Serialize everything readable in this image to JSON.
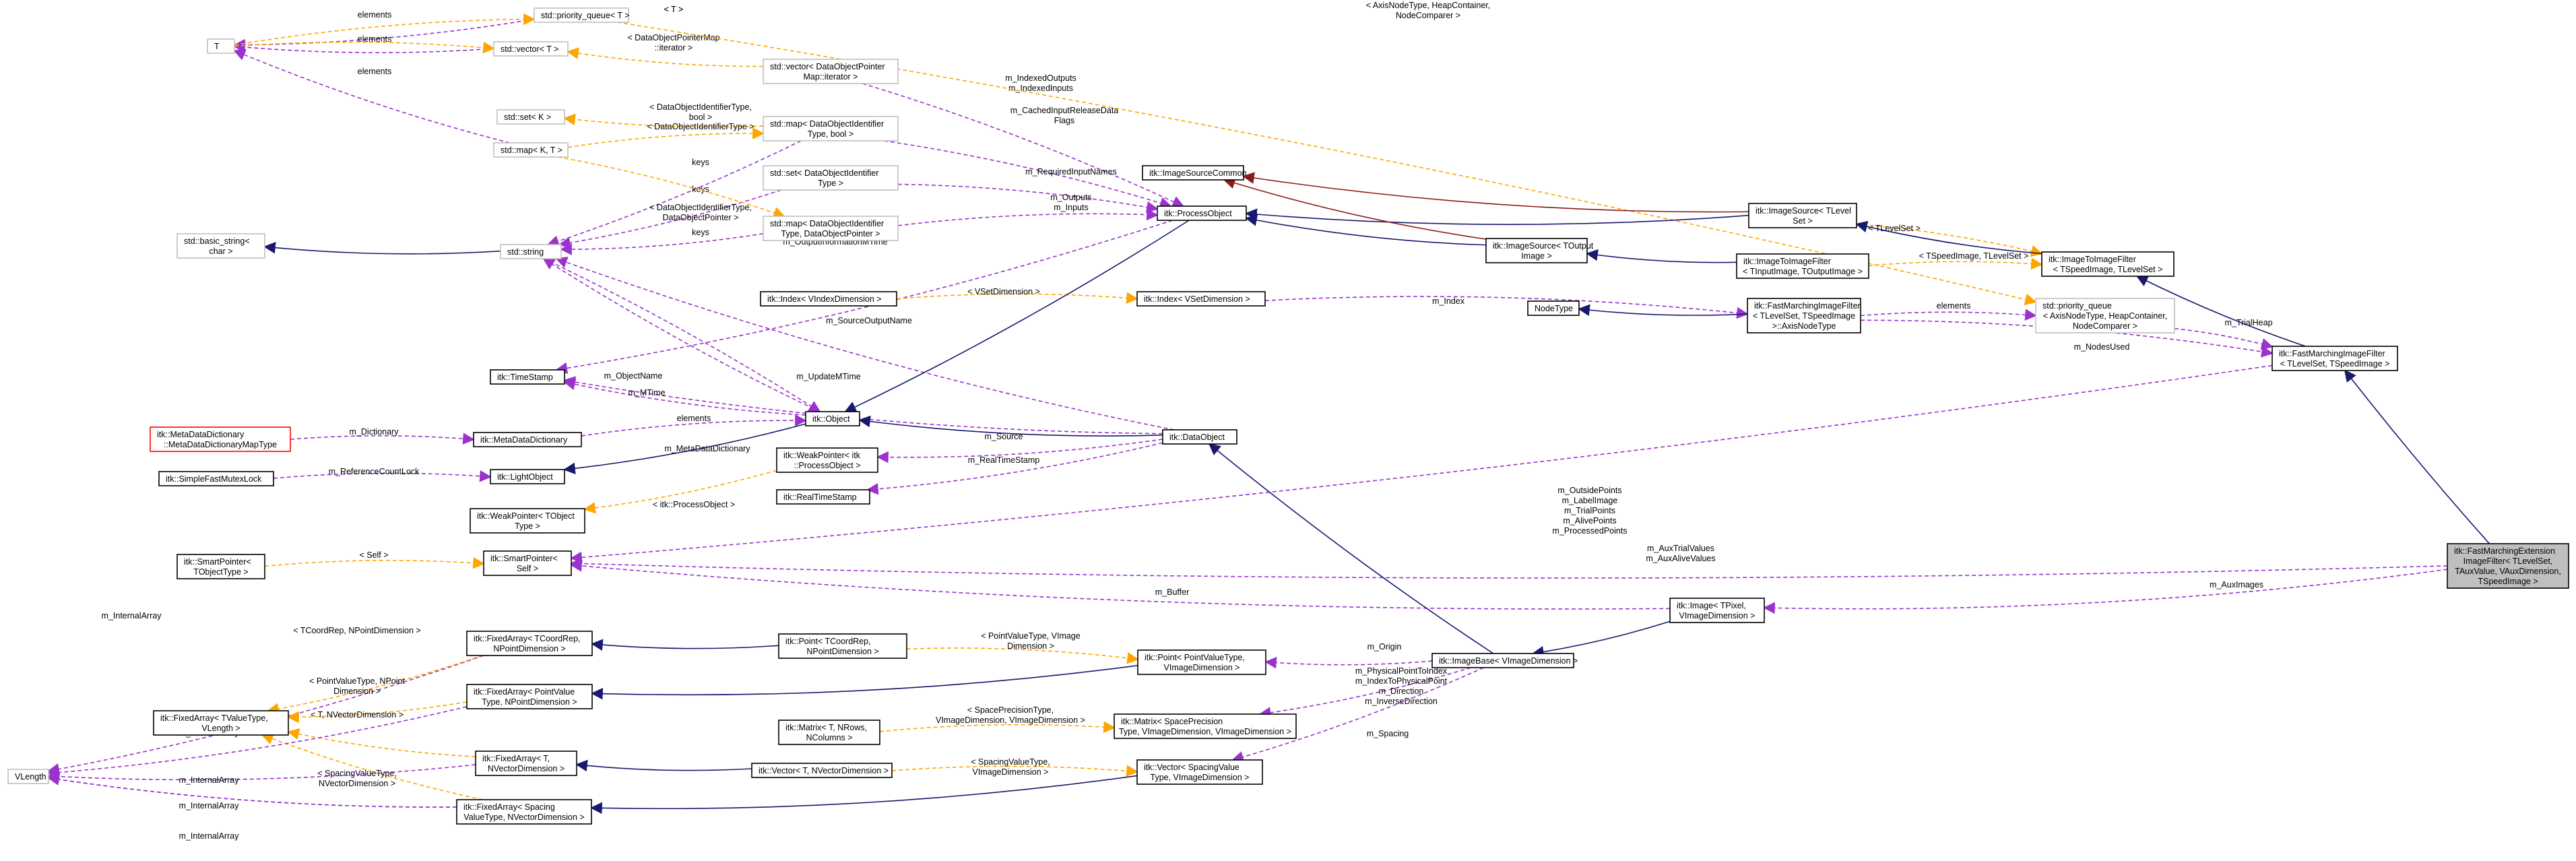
{
  "colors": {
    "inherit": "#191970",
    "usage": "#9a32cd",
    "template": "#ffa500",
    "template_orange": "#ffa500",
    "red_edge": "#8b1a1a",
    "node_border": "#000000",
    "node_border_gray": "#bfbfbf",
    "node_border_red": "#ff0000",
    "focus_fill": "#bfbfbf"
  },
  "nodes": [
    {
      "id": "T",
      "lines": [
        "T"
      ],
      "border": "gray"
    },
    {
      "id": "priority_queue_T",
      "lines": [
        "std::priority_queue< T >"
      ],
      "border": "gray"
    },
    {
      "id": "vector_T",
      "lines": [
        "std::vector< T >"
      ],
      "border": "gray"
    },
    {
      "id": "vector_dopmap_it",
      "lines": [
        "std::vector< DataObjectPointer",
        "Map::iterator >"
      ],
      "border": "gray"
    },
    {
      "id": "set_K",
      "lines": [
        "std::set< K >"
      ],
      "border": "gray"
    },
    {
      "id": "map_K_T",
      "lines": [
        "std::map< K, T >"
      ],
      "border": "gray"
    },
    {
      "id": "map_doid_bool",
      "lines": [
        "std::map< DataObjectIdentifier",
        "Type, bool >"
      ],
      "border": "gray"
    },
    {
      "id": "set_doid",
      "lines": [
        "std::set< DataObjectIdentifier",
        "Type >"
      ],
      "border": "gray"
    },
    {
      "id": "basic_string",
      "lines": [
        "std::basic_string<",
        "char >"
      ],
      "border": "gray"
    },
    {
      "id": "string",
      "lines": [
        "std::string"
      ],
      "border": "gray"
    },
    {
      "id": "map_doid_dop",
      "lines": [
        "std::map< DataObjectIdentifier",
        "Type, DataObjectPointer >"
      ],
      "border": "gray"
    },
    {
      "id": "ImageSourceCommon",
      "lines": [
        "itk::ImageSourceCommon"
      ],
      "border": "black"
    },
    {
      "id": "ProcessObject",
      "lines": [
        "itk::ProcessObject"
      ],
      "border": "black"
    },
    {
      "id": "ImageSource_TOutput",
      "lines": [
        "itk::ImageSource< TOutput",
        "Image >"
      ],
      "border": "black"
    },
    {
      "id": "ImageSource_TLevelSet",
      "lines": [
        "itk::ImageSource< TLevel",
        "Set >"
      ],
      "border": "black"
    },
    {
      "id": "ImageToImageFilter_TIn",
      "lines": [
        "itk::ImageToImageFilter",
        "< TInputImage, TOutputImage >"
      ],
      "border": "black"
    },
    {
      "id": "ImageToImageFilter_TSpeed",
      "lines": [
        "itk::ImageToImageFilter",
        "< TSpeedImage, TLevelSet >"
      ],
      "border": "black"
    },
    {
      "id": "Index_VIndex",
      "lines": [
        "itk::Index< VIndexDimension >"
      ],
      "border": "black"
    },
    {
      "id": "Index_VSet",
      "lines": [
        "itk::Index< VSetDimension >"
      ],
      "border": "black"
    },
    {
      "id": "NodeType",
      "lines": [
        "NodeType"
      ],
      "border": "black"
    },
    {
      "id": "FMIF_AxisNode",
      "lines": [
        "itk::FastMarchingImageFilter",
        "< TLevelSet, TSpeedImage",
        ">::AxisNodeType"
      ],
      "border": "black"
    },
    {
      "id": "pq_axis",
      "lines": [
        "std::priority_queue",
        "< AxisNodeType, HeapContainer,",
        "NodeComparer >"
      ],
      "border": "gray"
    },
    {
      "id": "FMIF",
      "lines": [
        "itk::FastMarchingImageFilter",
        "< TLevelSet, TSpeedImage >"
      ],
      "border": "black"
    },
    {
      "id": "TimeStamp",
      "lines": [
        "itk::TimeStamp"
      ],
      "border": "black"
    },
    {
      "id": "Object",
      "lines": [
        "itk::Object"
      ],
      "border": "black"
    },
    {
      "id": "DataObject",
      "lines": [
        "itk::DataObject"
      ],
      "border": "black"
    },
    {
      "id": "MetaDataDictMap",
      "lines": [
        "itk::MetaDataDictionary",
        "::MetaDataDictionaryMapType"
      ],
      "border": "red"
    },
    {
      "id": "MetaDataDictionary",
      "lines": [
        "itk::MetaDataDictionary"
      ],
      "border": "black"
    },
    {
      "id": "SimpleFastMutexLock",
      "lines": [
        "itk::SimpleFastMutexLock"
      ],
      "border": "black"
    },
    {
      "id": "LightObject",
      "lines": [
        "itk::LightObject"
      ],
      "border": "black"
    },
    {
      "id": "WeakPointer_PO",
      "lines": [
        "itk::WeakPointer< itk",
        "::ProcessObject >"
      ],
      "border": "black"
    },
    {
      "id": "RealTimeStamp",
      "lines": [
        "itk::RealTimeStamp"
      ],
      "border": "black"
    },
    {
      "id": "WeakPointer_T",
      "lines": [
        "itk::WeakPointer< TObject",
        "Type >"
      ],
      "border": "black"
    },
    {
      "id": "SmartPointer_T",
      "lines": [
        "itk::SmartPointer<",
        "TObjectType >"
      ],
      "border": "black"
    },
    {
      "id": "SmartPointer_Self",
      "lines": [
        "itk::SmartPointer<",
        "Self >"
      ],
      "border": "black"
    },
    {
      "id": "FMEIF",
      "lines": [
        "itk::FastMarchingExtension",
        "ImageFilter< TLevelSet,",
        "TAuxValue, VAuxDimension,",
        "TSpeedImage >"
      ],
      "border": "black",
      "focus": true
    },
    {
      "id": "Image_TPixel",
      "lines": [
        "itk::Image< TPixel,",
        "VImageDimension >"
      ],
      "border": "black"
    },
    {
      "id": "FixedArray_TCoord",
      "lines": [
        "itk::FixedArray< TCoordRep,",
        "NPointDimension >"
      ],
      "border": "black"
    },
    {
      "id": "Point_TCoord",
      "lines": [
        "itk::Point< TCoordRep,",
        "NPointDimension >"
      ],
      "border": "black"
    },
    {
      "id": "Point_PointValue",
      "lines": [
        "itk::Point< PointValueType,",
        "VImageDimension >"
      ],
      "border": "black"
    },
    {
      "id": "ImageBase",
      "lines": [
        "itk::ImageBase< VImageDimension >"
      ],
      "border": "black"
    },
    {
      "id": "FixedArray_TValue",
      "lines": [
        "itk::FixedArray< TValueType,",
        "VLength >"
      ],
      "border": "black"
    },
    {
      "id": "FixedArray_PointValue",
      "lines": [
        "itk::FixedArray< PointValue",
        "Type, NPointDimension >"
      ],
      "border": "black"
    },
    {
      "id": "Matrix_T",
      "lines": [
        "itk::Matrix< T, NRows,",
        "NColumns >"
      ],
      "border": "black"
    },
    {
      "id": "Matrix_Space",
      "lines": [
        "itk::Matrix< SpacePrecision",
        "Type, VImageDimension, VImageDimension >"
      ],
      "border": "black"
    },
    {
      "id": "VLength",
      "lines": [
        "VLength"
      ],
      "border": "gray"
    },
    {
      "id": "FixedArray_T_NVec",
      "lines": [
        "itk::FixedArray< T,",
        "NVectorDimension >"
      ],
      "border": "black"
    },
    {
      "id": "Vector_T",
      "lines": [
        "itk::Vector< T, NVectorDimension >"
      ],
      "border": "black"
    },
    {
      "id": "Vector_Spacing",
      "lines": [
        "itk::Vector< SpacingValue",
        "Type, VImageDimension >"
      ],
      "border": "black"
    },
    {
      "id": "FixedArray_Spacing",
      "lines": [
        "itk::FixedArray< Spacing",
        "ValueType, NVectorDimension >"
      ],
      "border": "black"
    }
  ],
  "edges": [
    {
      "type": "usage",
      "label": [
        "elements"
      ]
    },
    {
      "type": "usage",
      "label": [
        "elements"
      ]
    },
    {
      "type": "usage",
      "label": [
        "elements"
      ]
    },
    {
      "type": "template",
      "label": [
        "< T >"
      ]
    },
    {
      "type": "template",
      "label": [
        "< T >"
      ]
    },
    {
      "type": "template",
      "label": [
        "< DataObjectPointerMap",
        "::iterator >"
      ]
    },
    {
      "type": "usage",
      "label": [
        "m_IndexedOutputs",
        "m_IndexedInputs"
      ]
    },
    {
      "type": "template",
      "label": [
        "< DataObjectIdentifierType,",
        "bool >"
      ]
    },
    {
      "type": "template",
      "label": [
        "< DataObjectIdentifierType >"
      ]
    },
    {
      "type": "usage",
      "label": [
        "keys"
      ]
    },
    {
      "type": "usage",
      "label": [
        "keys"
      ]
    },
    {
      "type": "usage",
      "label": [
        "keys"
      ]
    },
    {
      "type": "template",
      "label": [
        "< DataObjectIdentifierType,",
        "DataObjectPointer >"
      ]
    },
    {
      "type": "usage",
      "label": [
        "m_CachedInputReleaseData",
        "Flags"
      ]
    },
    {
      "type": "usage",
      "label": [
        "m_RequiredInputNames"
      ]
    },
    {
      "type": "usage",
      "label": [
        "m_Outputs",
        "m_Inputs"
      ]
    },
    {
      "type": "usage",
      "label": [
        "m_OutputInformationMTime"
      ]
    },
    {
      "type": "template",
      "label": [
        "< AxisNodeType, HeapContainer,",
        "NodeComparer >"
      ]
    },
    {
      "type": "template",
      "label": [
        "< TLevelSet >"
      ]
    },
    {
      "type": "template",
      "label": [
        "< TSpeedImage, TLevelSet >"
      ]
    },
    {
      "type": "template",
      "label": [
        "< VSetDimension >"
      ]
    },
    {
      "type": "usage",
      "label": [
        "m_Index"
      ]
    },
    {
      "type": "usage",
      "label": [
        "elements"
      ]
    },
    {
      "type": "usage",
      "label": [
        "m_TrialHeap"
      ]
    },
    {
      "type": "usage",
      "label": [
        "m_NodesUsed"
      ]
    },
    {
      "type": "usage",
      "label": [
        "m_SourceOutputName"
      ]
    },
    {
      "type": "usage",
      "label": [
        "m_ObjectName"
      ]
    },
    {
      "type": "usage",
      "label": [
        "m_UpdateMTime"
      ]
    },
    {
      "type": "usage",
      "label": [
        "m_MTime"
      ]
    },
    {
      "type": "usage",
      "label": [
        "m_Dictionary"
      ]
    },
    {
      "type": "usage",
      "label": [
        "m_MetaDataDictionary"
      ]
    },
    {
      "type": "usage",
      "label": [
        "elements"
      ]
    },
    {
      "type": "usage",
      "label": [
        "m_Source"
      ]
    },
    {
      "type": "usage",
      "label": [
        "m_RealTimeStamp"
      ]
    },
    {
      "type": "usage",
      "label": [
        "m_ReferenceCountLock"
      ]
    },
    {
      "type": "template",
      "label": [
        "< itk::ProcessObject >"
      ]
    },
    {
      "type": "usage",
      "label": [
        "m_OutsidePoints",
        "m_LabelImage",
        "m_TrialPoints",
        "m_AlivePoints",
        "m_ProcessedPoints"
      ]
    },
    {
      "type": "template",
      "label": [
        "< Self >"
      ]
    },
    {
      "type": "usage",
      "label": [
        "m_AuxTrialValues",
        "m_AuxAliveValues"
      ]
    },
    {
      "type": "usage",
      "label": [
        "m_AuxImages"
      ]
    },
    {
      "type": "usage",
      "label": [
        "m_Buffer"
      ]
    },
    {
      "type": "usage",
      "label": [
        "m_InternalArray"
      ]
    },
    {
      "type": "template",
      "label": [
        "< TCoordRep, NPointDimension >"
      ]
    },
    {
      "type": "template",
      "label": [
        "< PointValueType, VImage",
        "Dimension >"
      ]
    },
    {
      "type": "usage",
      "label": [
        "m_Origin"
      ]
    },
    {
      "type": "usage",
      "label": [
        "m_PhysicalPointToIndex",
        "m_IndexToPhysicalPoint",
        "m_Direction",
        "m_InverseDirection"
      ]
    },
    {
      "type": "template",
      "label": [
        "< PointValueType, NPoint",
        "Dimension >"
      ]
    },
    {
      "type": "template",
      "label": [
        "< T, NVectorDimension >"
      ]
    },
    {
      "type": "template",
      "label": [
        "< SpacingValueType,",
        "NVectorDimension >"
      ]
    },
    {
      "type": "template",
      "label": [
        "< SpacePrecisionType,",
        "VImageDimension, VImageDimension >"
      ]
    },
    {
      "type": "template",
      "label": [
        "< SpacingValueType,",
        "VImageDimension >"
      ]
    },
    {
      "type": "usage",
      "label": [
        "m_Spacing"
      ]
    },
    {
      "type": "usage",
      "label": [
        "m_InternalArray"
      ]
    },
    {
      "type": "usage",
      "label": [
        "m_InternalArray"
      ]
    },
    {
      "type": "usage",
      "label": [
        "m_InternalArray"
      ]
    },
    {
      "type": "usage",
      "label": [
        "m_InternalArray"
      ]
    }
  ]
}
